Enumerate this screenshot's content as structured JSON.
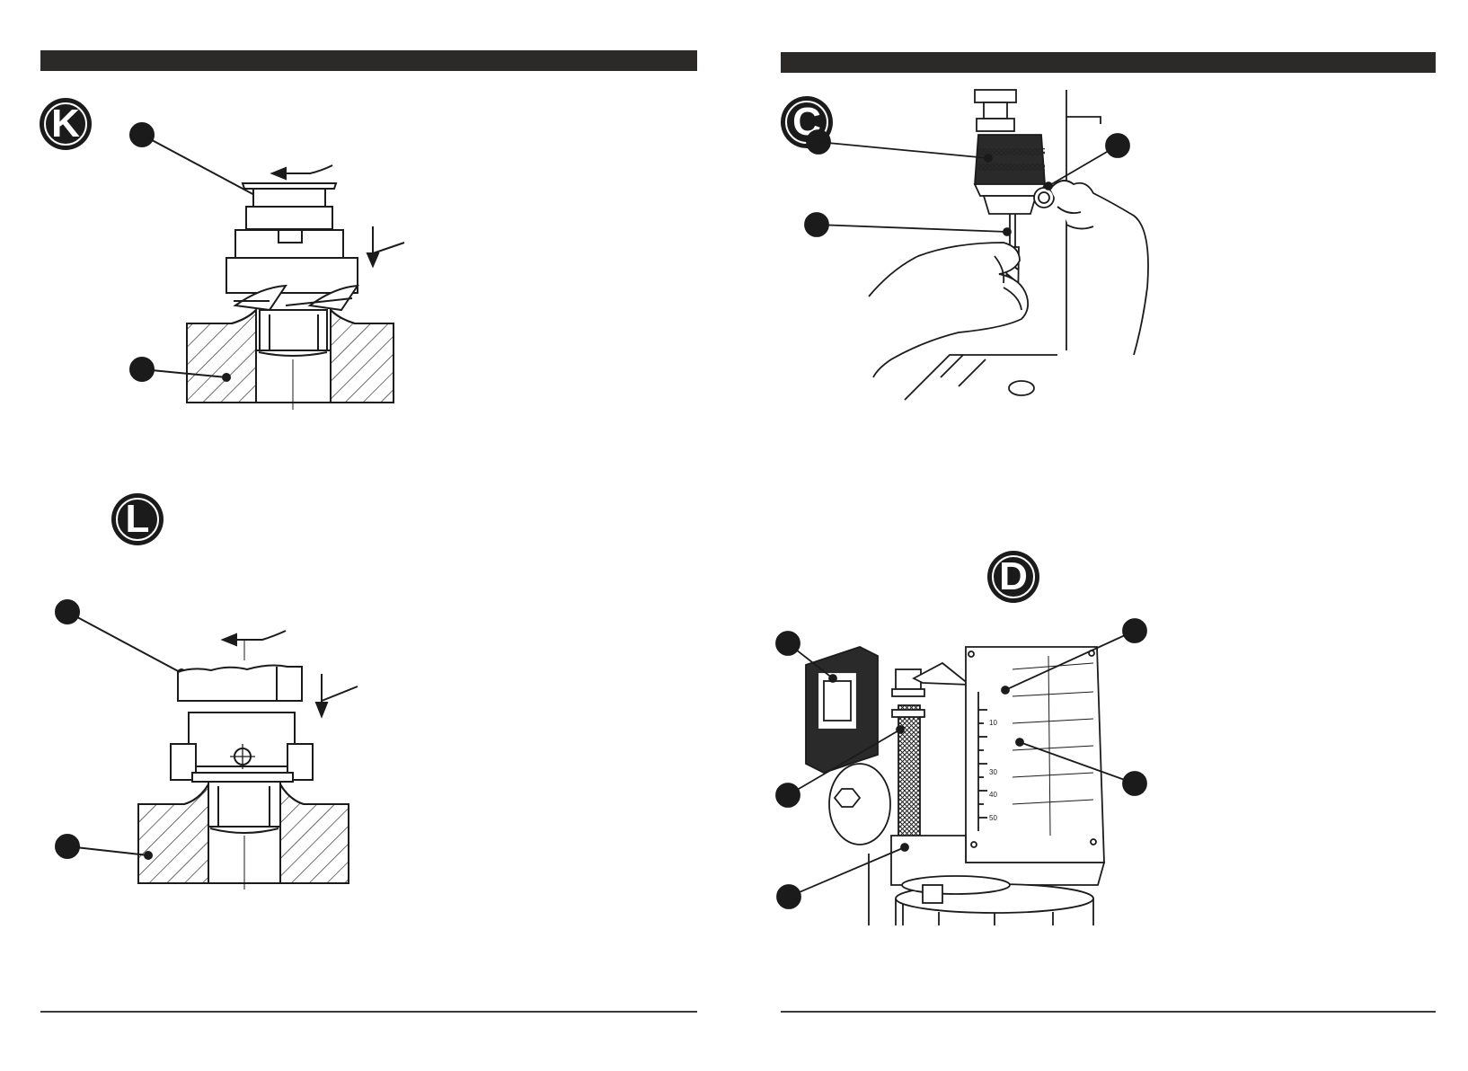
{
  "pages": [
    {
      "side": "left",
      "figures": [
        {
          "letter": "K"
        },
        {
          "letter": "L"
        }
      ]
    },
    {
      "side": "right",
      "figures": [
        {
          "letter": "C"
        },
        {
          "letter": "D"
        }
      ],
      "depth_scale_ticks": [
        "10",
        "30",
        "40",
        "50"
      ]
    }
  ],
  "colors": {
    "ink": "#1b1b1b",
    "bar": "#2b2a29",
    "paper": "#ffffff"
  },
  "icons": [
    "callout-dot",
    "hatch-pattern",
    "rotation-arrow",
    "down-arrow"
  ]
}
